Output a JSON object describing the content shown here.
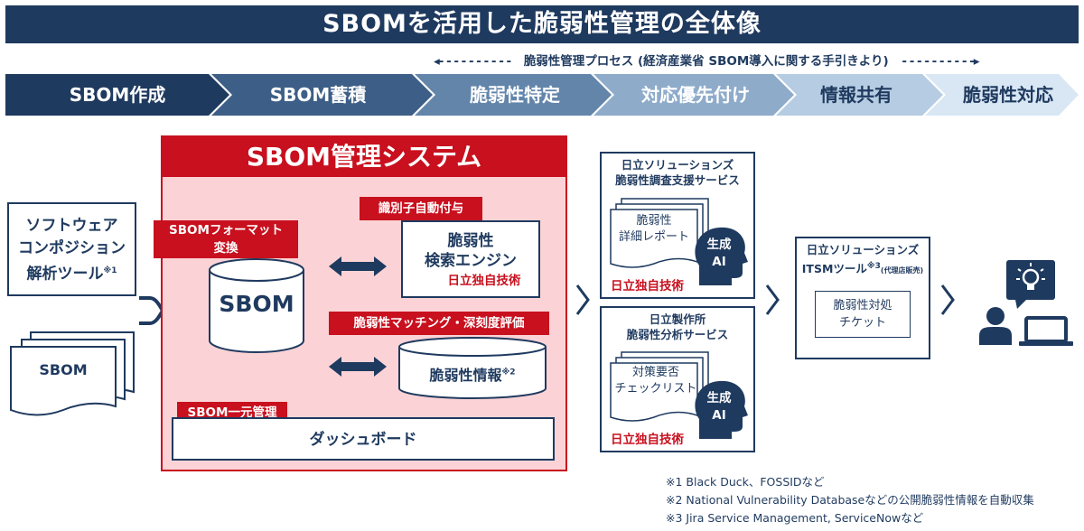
{
  "title": "SBOMを活用した脆弱性管理の全体像",
  "process": {
    "label": "脆弱性管理プロセス (経済産業省 SBOM導入に関する手引きより)",
    "steps": [
      "SBOM作成",
      "SBOM蓄積",
      "脆弱性特定",
      "対応優先付け",
      "情報共有",
      "脆弱性対応"
    ],
    "colors": [
      "#1f3a5f",
      "#3d5f87",
      "#6385aa",
      "#8eabca",
      "#b6cce2",
      "#d9e7f4"
    ]
  },
  "left": {
    "tool_line1": "ソフトウェア",
    "tool_line2": "コンポジション",
    "tool_line3": "解析ツール",
    "tool_note": "※1",
    "sbom_doc": "SBOM"
  },
  "system": {
    "title": "SBOM管理システム",
    "format_tag_line1": "SBOMフォーマット",
    "format_tag_line2": "変換",
    "sbom_db": "SBOM",
    "identifier_tag": "識別子自動付与",
    "engine_line1": "脆弱性",
    "engine_line2": "検索エンジン",
    "engine_own": "日立独自技術",
    "matching_tag": "脆弱性マッチング・深刻度評価",
    "vuln_db": "脆弱性情報",
    "vuln_db_note": "※2",
    "central_tag": "SBOM一元管理",
    "dashboard": "ダッシュボード"
  },
  "service1": {
    "title_line1": "日立ソリューションズ",
    "title_line2": "脆弱性調査支援サービス",
    "doc_line1": "脆弱性",
    "doc_line2": "詳細レポート",
    "ai_line1": "生成",
    "ai_line2": "AI",
    "own": "日立独自技術"
  },
  "service2": {
    "title_line1": "日立製作所",
    "title_line2": "脆弱性分析サービス",
    "doc_line1": "対策要否",
    "doc_line2": "チェックリスト",
    "ai_line1": "生成",
    "ai_line2": "AI",
    "own": "日立独自技術"
  },
  "itsm": {
    "title_line1": "日立ソリューションズ",
    "title_line2": "ITSMツール",
    "note": "※3",
    "note_detail": "(代理店販売)",
    "ticket_line1": "脆弱性対処",
    "ticket_line2": "チケット"
  },
  "footnotes": [
    "※1  Black Duck、FOSSIDなど",
    "※2  National Vulnerability Databaseなどの公開脆弱性情報を自動収集",
    "※3  Jira Service Management, ServiceNowなど"
  ],
  "colors": {
    "navy": "#1f3a5f",
    "red": "#c8101e",
    "pink": "#fbd3d6"
  }
}
